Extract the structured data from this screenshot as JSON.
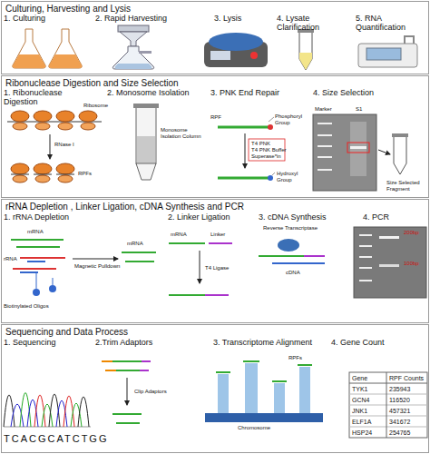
{
  "diagram": {
    "nodes": [
      {
        "text": [
          "Culturing, Harvesting and Lysis"
        ]
      },
      {
        "text": [
          "Ribonuclease Digestion and Size Selection"
        ]
      },
      {
        "text": [
          "rRNA Depletion , Linker Ligation, cDNA Synthesis and PCR"
        ]
      },
      {
        "text": [
          "Sequencing and Data Process"
        ]
      }
    ],
    "labels": [
      "1. Culturing",
      "2. Rapid Harvesting",
      "3. Lysis",
      "4. Lysate Clarification",
      "5. RNA Quantification",
      "1. Ribonuclease Digestion",
      "2. Monosome Isolation",
      "3. PNK End Repair",
      "4. Size Selection",
      "Ribosome",
      "RNase I",
      "RPFs",
      "Monosome Isolation Column",
      "RPF",
      "Phosphoryl Group",
      "T4 PNK",
      "T4 PNK Buffer",
      "Superase*in",
      "Hydroxyl Group",
      "Marker",
      "S1",
      "Size Selected Fragment",
      "1. rRNA Depletion",
      "2. Linker Ligation",
      "3. cDNA Synthesis",
      "4. PCR",
      "mRNA",
      "rRNA",
      "Biotinylated Oligos",
      "Magnetic Pulldown",
      "mRNA",
      "mRNA",
      "Linker",
      "T4 Ligase",
      "Reverse Transcriptase",
      "cDNA",
      "200bp",
      "100bp",
      "1. Sequencing",
      "2.Trim Adaptors",
      "3. Transcriptome Alignment",
      "4. Gene Count",
      "TCACGCATCTGG",
      "Clip Adaptors",
      "RPFs",
      "Chromosome",
      "Gene",
      "RPF Counts",
      "TYK1",
      "235943",
      "GCN4",
      "116520",
      "JNK1",
      "457321",
      "ELF1A",
      "341672",
      "HSP24",
      "254765"
    ]
  }
}
